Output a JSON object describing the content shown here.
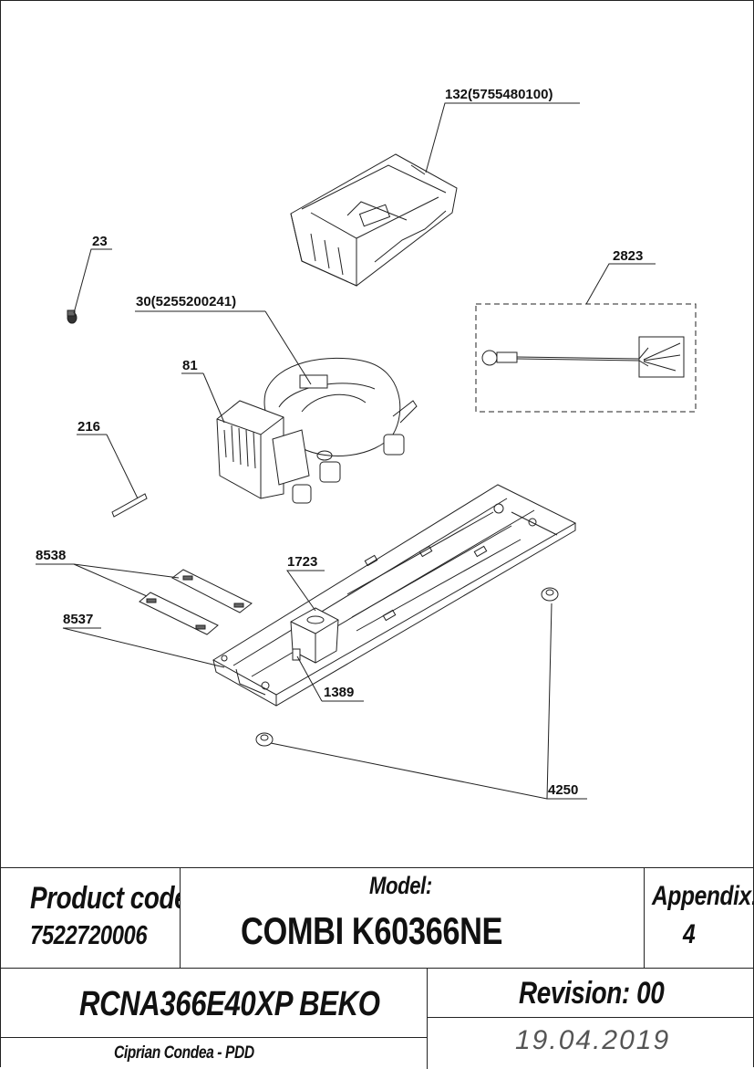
{
  "callouts": {
    "c132": "132(5755480100)",
    "c23": "23",
    "c2823": "2823",
    "c30": "30(5255200241)",
    "c81": "81",
    "c216": "216",
    "c8538": "8538",
    "c1723": "1723",
    "c8537": "8537",
    "c1389": "1389",
    "c4250": "4250"
  },
  "title_block": {
    "product_code_label": "Product code:",
    "product_code": "7522720006",
    "model_label": "Model:",
    "model": "COMBI K60366NE",
    "appendix_label": "Appendix:",
    "appendix": "4",
    "product_name": "RCNA366E40XP BEKO",
    "revision": "Revision: 00",
    "author": "Ciprian Condea - PDD",
    "date": "19.04.2019"
  }
}
